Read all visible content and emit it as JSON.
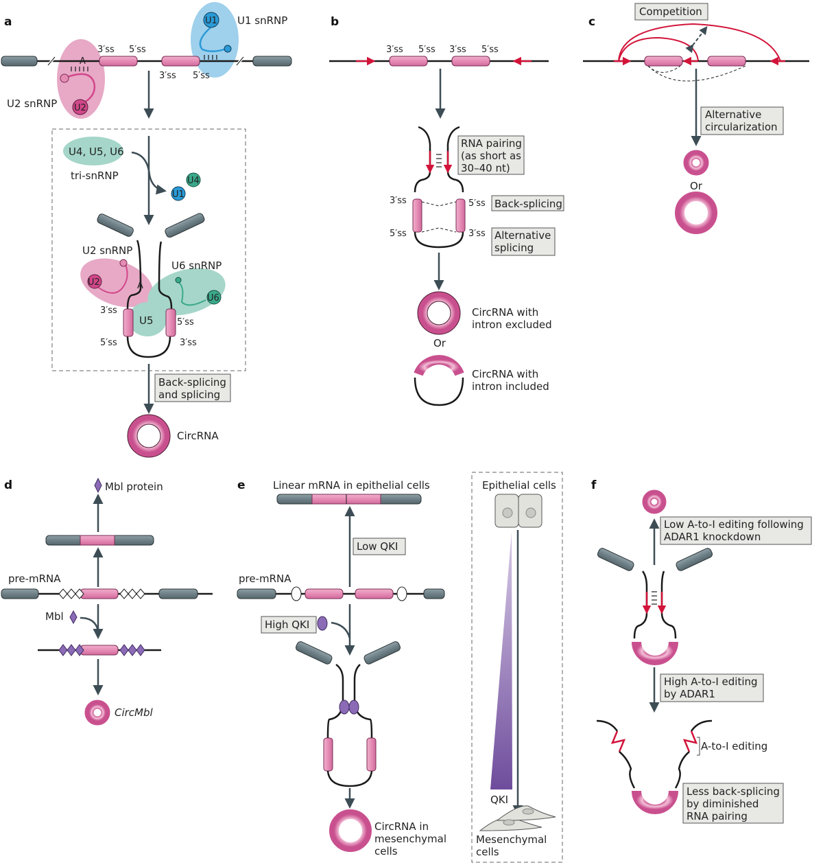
{
  "figure": {
    "colors": {
      "exon": "#e58cb5",
      "exon_dark": "#b54a80",
      "flank_exon": "#6f8188",
      "arrow": "#3d4d55",
      "rna_line": "#1a1a1a",
      "pairing_arrow": "#d2143a",
      "u2_bg": "#e7a9c6",
      "u1_bg": "#9fd0ec",
      "u1_node": "#2a9ad6",
      "teal_bg": "#a5d6c9",
      "teal_node": "#3aa98a",
      "u2_node": "#d2478a",
      "mbl": "#8c6bb6",
      "label_box": "#e8e8e5"
    }
  },
  "panel_a": {
    "letter": "a",
    "u1_snrnp": "U1 snRNP",
    "u2_snrnp": "U2 snRNP",
    "u1": "U1",
    "u2": "U2",
    "branch_a": "A",
    "ss3_top": "3′ss",
    "ss5_top": "5′ss",
    "ss3_bot": "3′ss",
    "ss5_bot": "5′ss",
    "tri_complex": "U4, U5, U6",
    "tri_snrnp": "tri-snRNP",
    "u4": "U4",
    "u1_released": "U1",
    "u2_snrnp_2": "U2 snRNP",
    "u6_snrnp": "U6 snRNP",
    "u5": "U5",
    "u6": "U6",
    "ss3_left": "3′ss",
    "ss5_left": "5′ss",
    "ss5_right": "5′ss",
    "ss3_right": "3′ss",
    "step_box": [
      "Back-splicing",
      "and splicing"
    ],
    "product": "CircRNA"
  },
  "panel_b": {
    "letter": "b",
    "ss_labels": [
      "3′ss",
      "5′ss",
      "3′ss",
      "5′ss"
    ],
    "pairing_box": [
      "RNA pairing",
      "(as short as",
      "30–40 nt)"
    ],
    "ss3_left": "3′ss",
    "ss5_left": "5′ss",
    "ss5_right": "5′ss",
    "ss3_right": "3′ss",
    "backsplice_box": "Back-splicing",
    "alt_box": [
      "Alternative",
      "splicing"
    ],
    "product_excluded": [
      "CircRNA with",
      "intron excluded"
    ],
    "or": "Or",
    "product_included": [
      "CircRNA with",
      "intron included"
    ]
  },
  "panel_c": {
    "letter": "c",
    "competition_box": "Competition",
    "alt_circ_box": [
      "Alternative",
      "circularization"
    ],
    "or": "Or"
  },
  "panel_d": {
    "letter": "d",
    "mbl_protein": "Mbl protein",
    "pre_mrna": "pre-mRNA",
    "mbl": "Mbl",
    "product": "CircMbl"
  },
  "panel_e": {
    "letter": "e",
    "linear_mrna": "Linear mRNA in epithelial cells",
    "low_qki_box": "Low QKI",
    "pre_mrna": "pre-mRNA",
    "high_qki_box": "High QKI",
    "product": [
      "CircRNA in",
      "mesenchymal",
      "cells"
    ],
    "epithelial_cells": "Epithelial cells",
    "qki": "QKI",
    "mesenchymal_cells": [
      "Mesenchymal",
      "cells"
    ]
  },
  "panel_f": {
    "letter": "f",
    "low_box": [
      "Low A-to-I editing following",
      "ADAR1 knockdown"
    ],
    "high_box": [
      "High A-to-I editing",
      "by ADAR1"
    ],
    "editing_label": "A-to-I editing",
    "less_box": [
      "Less back-splicing",
      "by diminished",
      "RNA pairing"
    ]
  }
}
